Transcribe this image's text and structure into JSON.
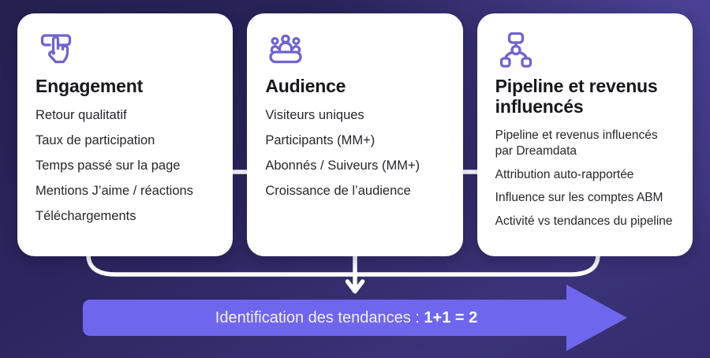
{
  "colors": {
    "background_top": "#242051",
    "background_bottom": "#3a3379",
    "card_background": "#ffffff",
    "icon_stroke": "#6e63d1",
    "title_text": "#17171c",
    "body_text": "#26262b",
    "connector": "#ffffff",
    "banner_fill": "#6f66ee",
    "banner_text": "#f2f0fe"
  },
  "cards": [
    {
      "icon": "tap-icon",
      "title": "Engagement",
      "items": [
        "Retour qualitatif",
        "Taux de participation",
        "Temps passé sur la page",
        "Mentions J’aime / réactions",
        "Téléchargements"
      ]
    },
    {
      "icon": "audience-icon",
      "title": "Audience",
      "items": [
        "Visiteurs uniques",
        "Participants (MM+)",
        "Abonnés / Suiveurs (MM+)",
        "Croissance de l’audience"
      ]
    },
    {
      "icon": "hierarchy-icon",
      "title": "Pipeline et revenus influencés",
      "items": [
        "Pipeline et revenus influencés par Dreamdata",
        "Attribution auto-rapportée",
        "Influence sur les comptes ABM",
        "Activité vs tendances du pipeline"
      ]
    }
  ],
  "banner": {
    "label": "Identification des tendances : ",
    "highlight": "1+1 = 2"
  }
}
